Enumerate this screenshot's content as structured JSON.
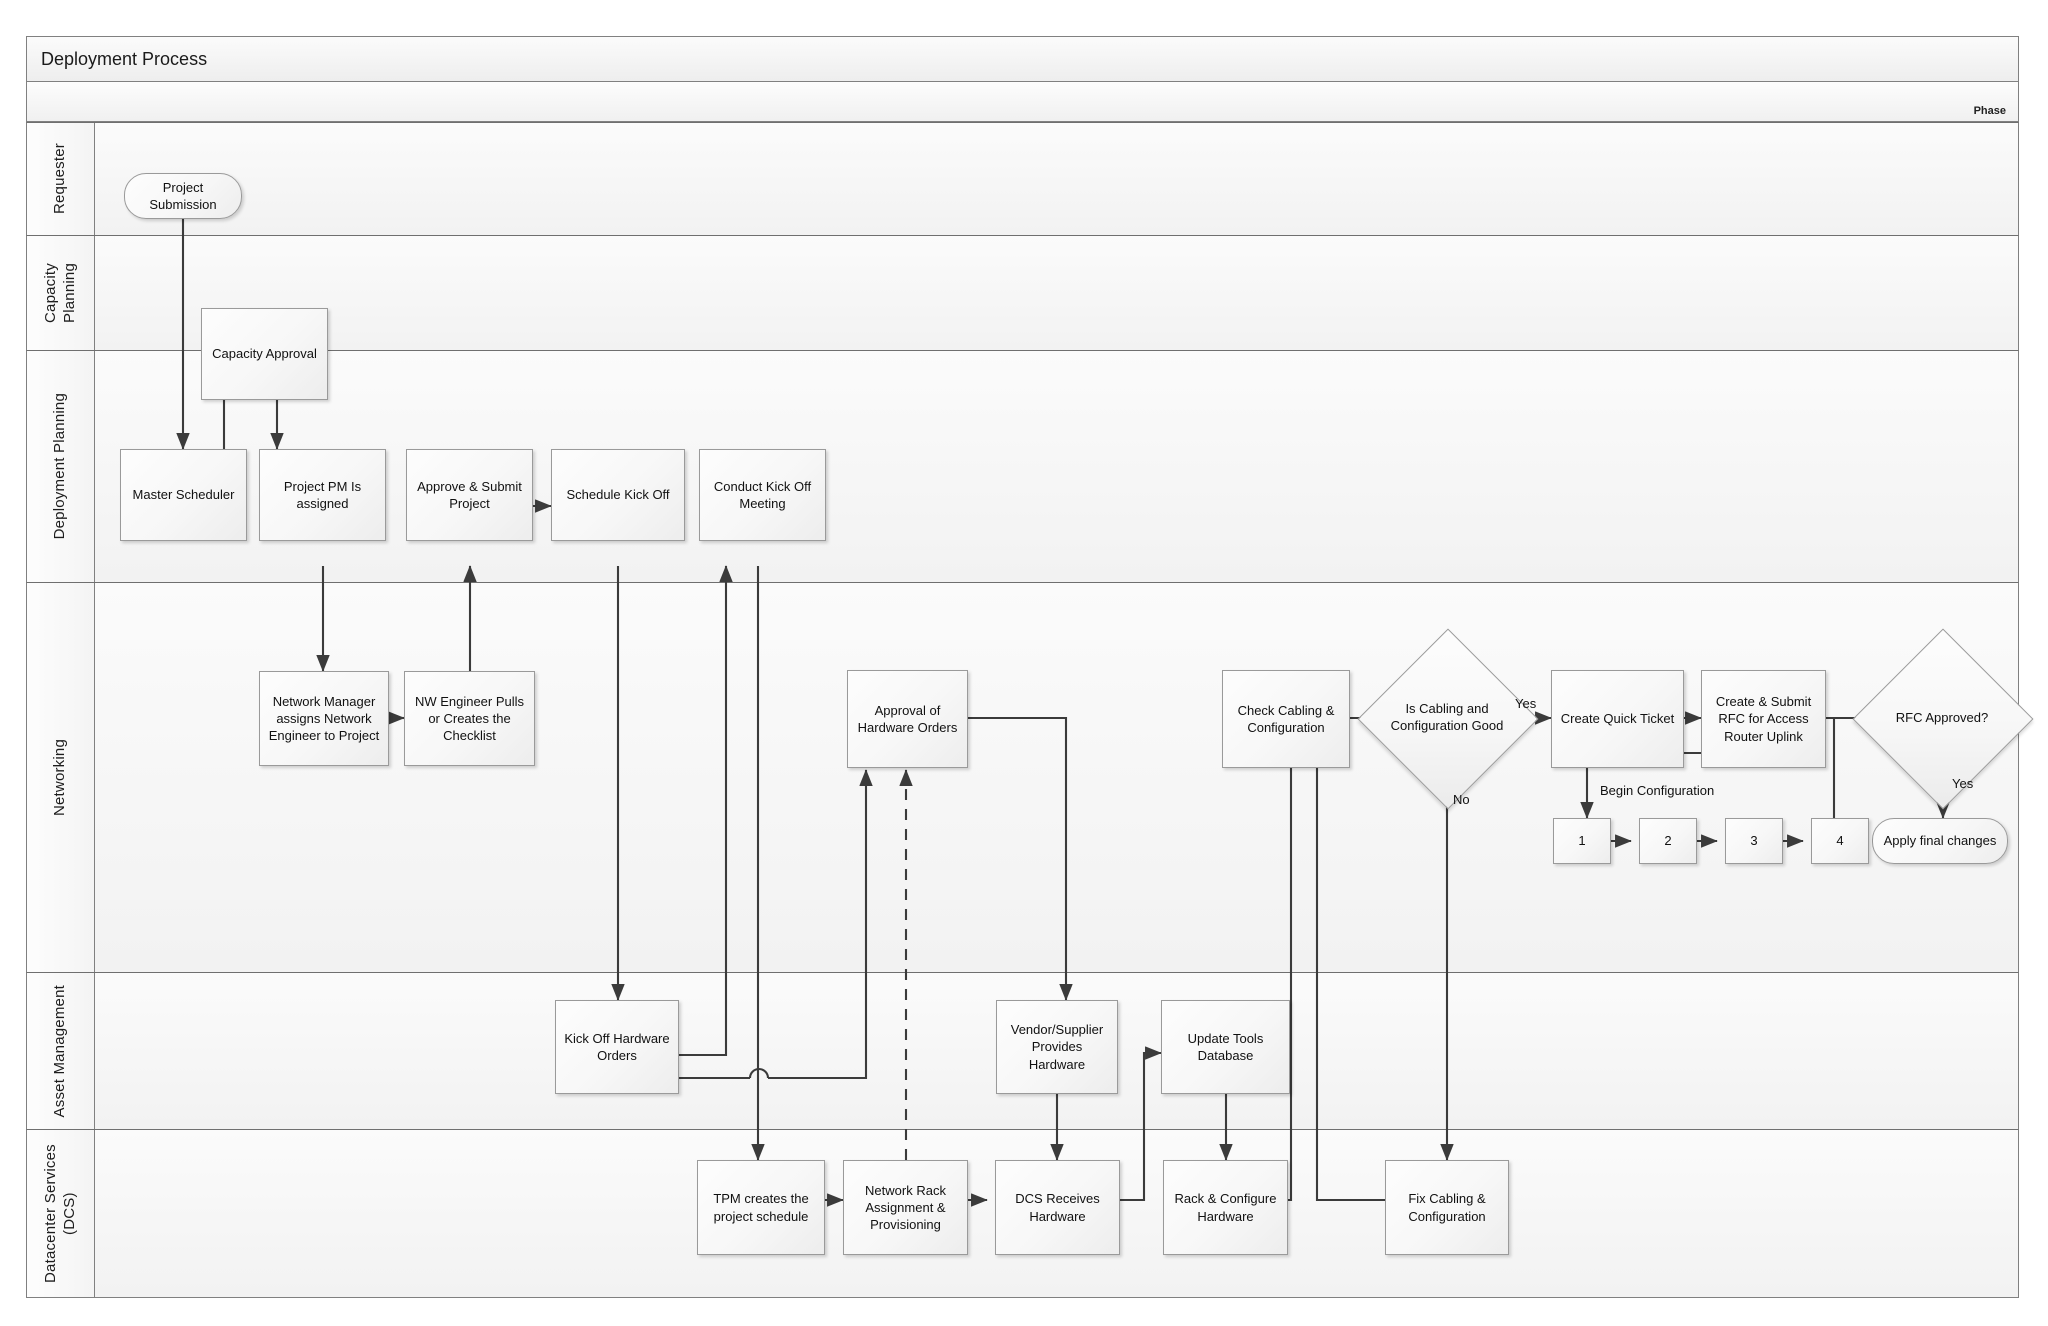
{
  "pool": {
    "title": "Deployment Process",
    "phase_label": "Phase"
  },
  "lanes": [
    {
      "id": "requester",
      "label": "Requester"
    },
    {
      "id": "capacity",
      "label": "Capacity Planning"
    },
    {
      "id": "deployment",
      "label": "Deployment Planning"
    },
    {
      "id": "networking",
      "label": "Networking"
    },
    {
      "id": "asset",
      "label": "Asset Management"
    },
    {
      "id": "dcs",
      "label": "Datacenter Services (DCS)"
    }
  ],
  "nodes": {
    "project_submission": "Project Submission",
    "capacity_approval": "Capacity Approval",
    "master_scheduler": "Master Scheduler",
    "project_pm": "Project PM Is assigned",
    "approve_submit": "Approve & Submit Project",
    "schedule_kickoff": "Schedule Kick Off",
    "conduct_kickoff": "Conduct Kick Off Meeting",
    "network_manager": "Network Manager assigns Network Engineer to Project",
    "nw_engineer": "NW Engineer Pulls or Creates the Checklist",
    "approval_hw_orders": "Approval of Hardware Orders",
    "check_cabling": "Check Cabling & Configuration",
    "decision_cabling": "Is Cabling and Configuration Good",
    "create_quick_ticket": "Create Quick Ticket",
    "create_submit_rfc": "Create & Submit RFC for Access Router  Uplink",
    "rfc_approved": "RFC Approved?",
    "apply_final_changes": "Apply final changes",
    "step_1": "1",
    "step_2": "2",
    "step_3": "3",
    "step_4": "4",
    "kickoff_hw_orders": "Kick Off Hardware Orders",
    "vendor_supplier": "Vendor/Supplier Provides Hardware",
    "update_tools_db": "Update Tools Database",
    "tpm_schedule": "TPM creates the project schedule",
    "network_rack": "Network Rack Assignment & Provisioning",
    "dcs_receives": "DCS Receives Hardware",
    "rack_configure": "Rack & Configure Hardware",
    "fix_cabling": "Fix Cabling & Configuration"
  },
  "edge_labels": {
    "yes_cabling": "Yes",
    "no_cabling": "No",
    "begin_config": "Begin Configuration",
    "yes_rfc": "Yes"
  },
  "colors": {
    "node_border": "#9a9a9a",
    "lane_border": "#808080",
    "connector": "#3b3b3b",
    "text": "#111111",
    "lane_fill": "#f4f4f4"
  }
}
